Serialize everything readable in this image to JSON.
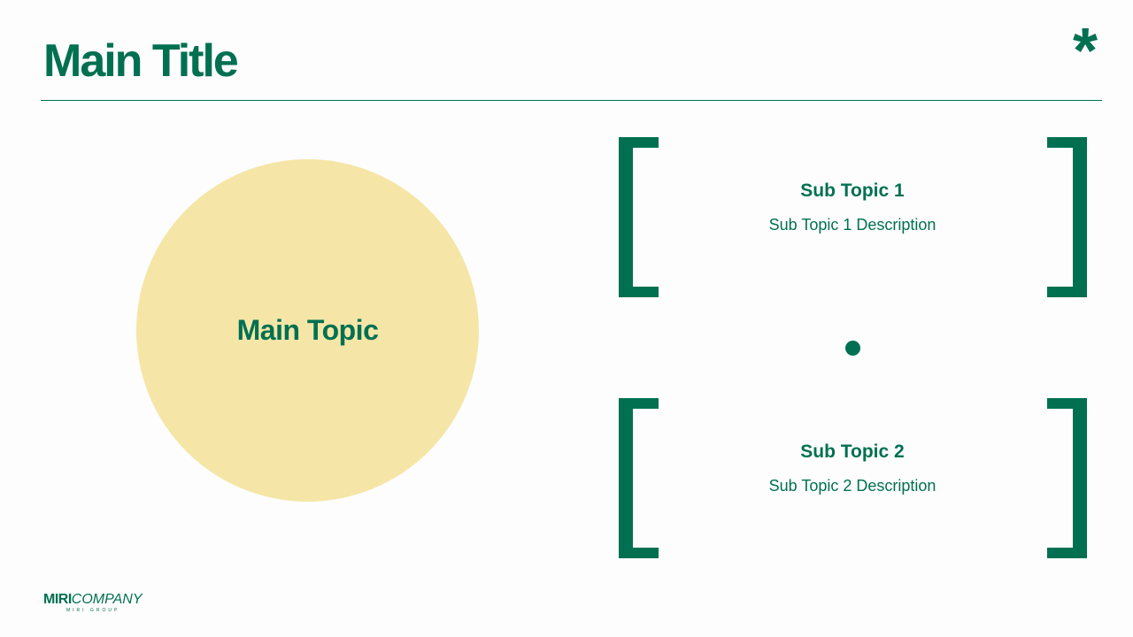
{
  "slide": {
    "title": "Main Title",
    "asterisk": "*"
  },
  "main_topic": {
    "label": "Main Topic"
  },
  "sub_topics": [
    {
      "title": "Sub Topic 1",
      "description": "Sub Topic 1 Description"
    },
    {
      "title": "Sub Topic 2",
      "description": "Sub Topic 2 Description"
    }
  ],
  "logo": {
    "miri": "MIRI",
    "company": "COMPANY",
    "group": "MIRI GROUP"
  },
  "colors": {
    "accent_green": "#007051",
    "circle_fill": "#f5e6a7",
    "background": "#fdfdfd"
  }
}
